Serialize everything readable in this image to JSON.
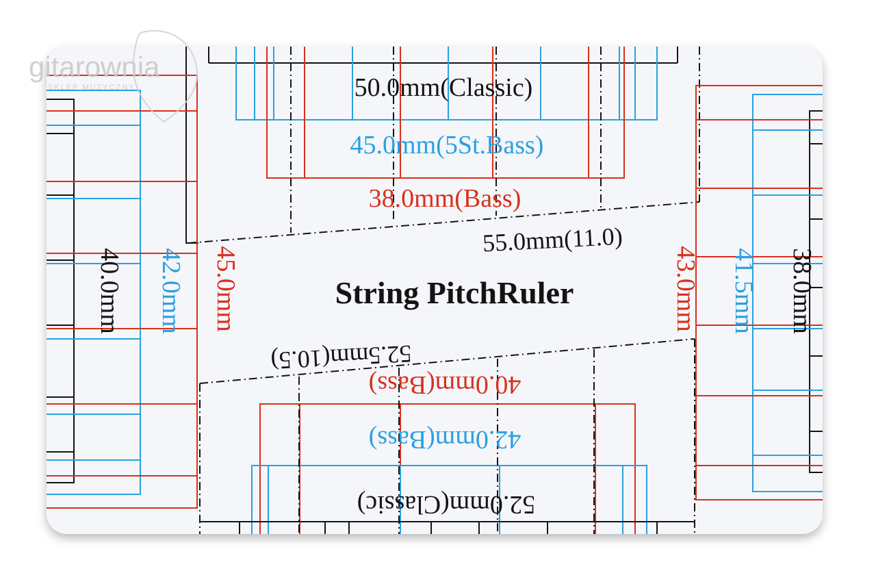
{
  "watermark": {
    "brand": "gitarownia",
    "tagline": "SKLEP MUZYCZNY"
  },
  "card": {
    "title": "String PitchRuler",
    "top_labels": {
      "classic": "50.0mm(Classic)",
      "bass5": "45.0mm(5St.Bass)",
      "bass": "38.0mm(Bass)",
      "slant": "55.0mm(11.0)"
    },
    "bottom_labels": {
      "slant": "52.5mm(10.5)",
      "bass": "40.0mm(Bass)",
      "bass_alt": "42.0mm(Bass)",
      "classic": "52.0mm(Classic)"
    },
    "left_labels": {
      "black": "40.0mm",
      "blue": "42.0mm",
      "red": "45.0mm"
    },
    "right_labels": {
      "red": "43.0mm",
      "blue": "41.5mm",
      "black": "38.0mm"
    }
  },
  "colors": {
    "red": "#d8301c",
    "blue": "#2aa0e0",
    "black": "#141414",
    "card": "#f4f6fa",
    "watermark": "#c8c8c8"
  }
}
